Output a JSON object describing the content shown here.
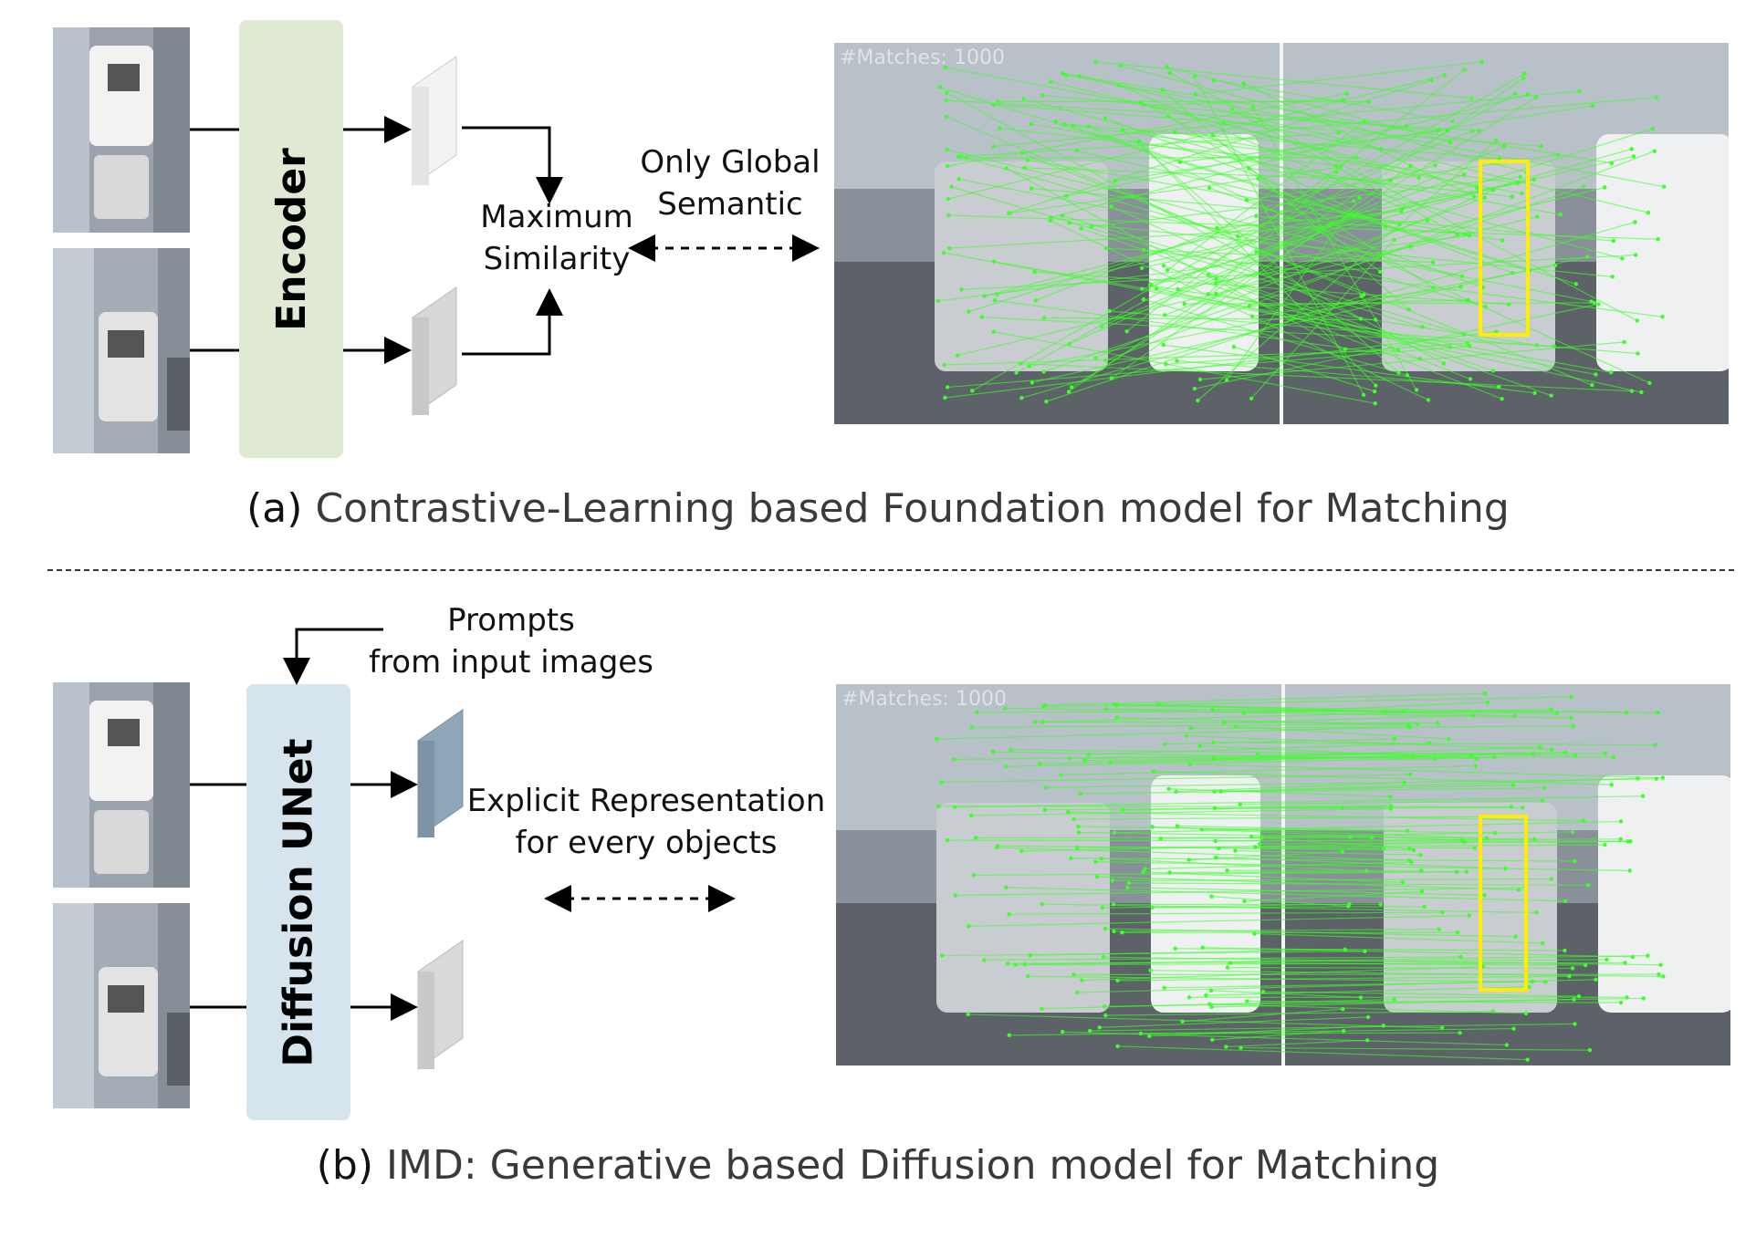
{
  "top": {
    "encoder_label": "Encoder",
    "max_similarity": "Maximum\nSimilarity",
    "relation_text": "Only Global\nSemantic",
    "match_overlay": "#Matches: 1000",
    "caption_tag": "(a)",
    "caption_text": "Contrastive-Learning based Foundation model for Matching"
  },
  "bottom": {
    "encoder_label": "Diffusion UNet",
    "prompts_text": "Prompts\nfrom input images",
    "relation_text": "Explicit Representation\nfor every objects",
    "match_overlay": "#Matches: 1000",
    "caption_tag": "(b)",
    "caption_text": "IMD: Generative based Diffusion model for Matching"
  },
  "colors": {
    "encoder_fill": "#dfe9d3",
    "unet_fill": "#d6e4ee",
    "match_line": "#3dff2a",
    "highlight_box": "#ffee00",
    "feature_light": "#e8e8e8",
    "feature_blue": "#8fa5b8"
  }
}
